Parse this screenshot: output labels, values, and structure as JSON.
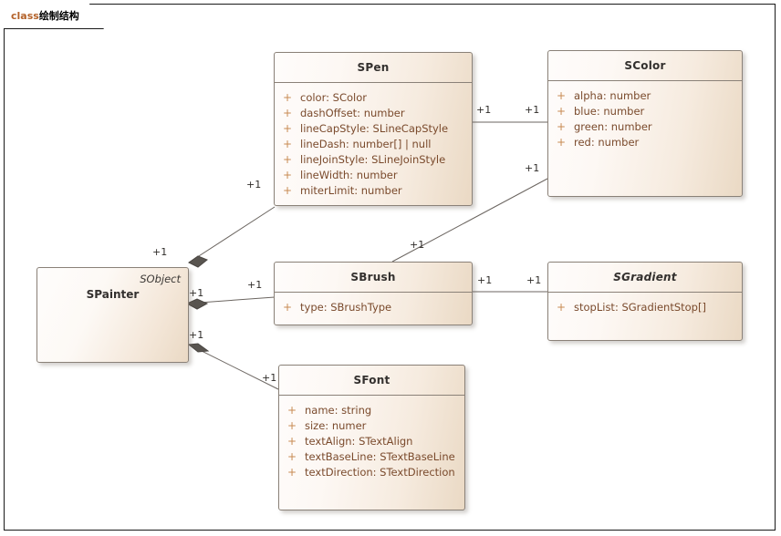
{
  "frame": {
    "keyword": "class",
    "name": "绘制结构"
  },
  "palette": {
    "box_border": "#8a8178",
    "box_fill_light": "#fefcfb",
    "box_fill_dark": "#ead9c4",
    "title_text": "#33302e",
    "attribute_text": "#7a4a2c",
    "visibility_marker": "#c88a52",
    "connector": "#6b6560",
    "diamond_fill": "#595550",
    "frame_border": "#1a1a1a",
    "keyword_text": "#b4622a"
  },
  "classes": [
    {
      "id": "spainter",
      "name": "SPainter",
      "stereotype": "SObject",
      "abstract": false,
      "attributes": []
    },
    {
      "id": "spen",
      "name": "SPen",
      "abstract": false,
      "attributes": [
        {
          "visibility": "+",
          "signature": "color: SColor"
        },
        {
          "visibility": "+",
          "signature": "dashOffset: number"
        },
        {
          "visibility": "+",
          "signature": "lineCapStyle: SLineCapStyle"
        },
        {
          "visibility": "+",
          "signature": "lineDash: number[] | null"
        },
        {
          "visibility": "+",
          "signature": "lineJoinStyle: SLineJoinStyle"
        },
        {
          "visibility": "+",
          "signature": "lineWidth: number"
        },
        {
          "visibility": "+",
          "signature": "miterLimit: number"
        }
      ]
    },
    {
      "id": "scolor",
      "name": "SColor",
      "abstract": false,
      "attributes": [
        {
          "visibility": "+",
          "signature": "alpha: number"
        },
        {
          "visibility": "+",
          "signature": "blue: number"
        },
        {
          "visibility": "+",
          "signature": "green: number"
        },
        {
          "visibility": "+",
          "signature": "red: number"
        }
      ]
    },
    {
      "id": "sbrush",
      "name": "SBrush",
      "abstract": false,
      "attributes": [
        {
          "visibility": "+",
          "signature": "type: SBrushType"
        }
      ]
    },
    {
      "id": "sgradient",
      "name": "SGradient",
      "abstract": true,
      "attributes": [
        {
          "visibility": "+",
          "signature": "stopList: SGradientStop[]"
        }
      ]
    },
    {
      "id": "sfont",
      "name": "SFont",
      "abstract": false,
      "attributes": [
        {
          "visibility": "+",
          "signature": "name: string"
        },
        {
          "visibility": "+",
          "signature": "size: numer"
        },
        {
          "visibility": "+",
          "signature": "textAlign: STextAlign"
        },
        {
          "visibility": "+",
          "signature": "textBaseLine: STextBaseLine"
        },
        {
          "visibility": "+",
          "signature": "textDirection: STextDirection"
        }
      ]
    }
  ],
  "relations": [
    {
      "id": "painter-pen",
      "from": "SPainter",
      "to": "SPen",
      "type": "composition",
      "source_multiplicity": "+1",
      "target_multiplicity": "+1"
    },
    {
      "id": "painter-brush",
      "from": "SPainter",
      "to": "SBrush",
      "type": "composition",
      "source_multiplicity": "+1",
      "target_multiplicity": "+1"
    },
    {
      "id": "painter-font",
      "from": "SPainter",
      "to": "SFont",
      "type": "composition",
      "source_multiplicity": "+1",
      "target_multiplicity": "+1"
    },
    {
      "id": "pen-color",
      "from": "SPen",
      "to": "SColor",
      "type": "association",
      "source_multiplicity": "+1",
      "target_multiplicity": "+1"
    },
    {
      "id": "brush-color",
      "from": "SBrush",
      "to": "SColor",
      "type": "association",
      "source_multiplicity": "+1",
      "target_multiplicity": "+1"
    },
    {
      "id": "brush-gradient",
      "from": "SBrush",
      "to": "SGradient",
      "type": "association",
      "source_multiplicity": "+1",
      "target_multiplicity": "+1"
    }
  ],
  "multiplicity_labels": {
    "painter_pen_source": "+1",
    "painter_pen_target": "+1",
    "painter_brush_source": "+1",
    "painter_brush_target": "+1",
    "painter_font_source": "+1",
    "painter_font_target": "+1",
    "pen_color_source": "+1",
    "pen_color_target": "+1",
    "brush_color_source": "+1",
    "brush_color_target": "+1",
    "brush_gradient_source": "+1",
    "brush_gradient_target": "+1"
  }
}
